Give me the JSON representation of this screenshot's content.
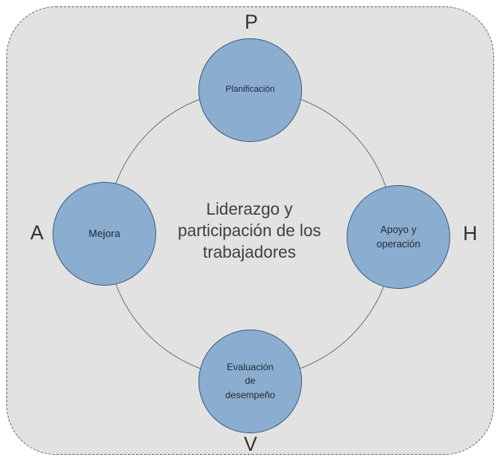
{
  "diagram": {
    "center": {
      "lines": [
        "Liderazgo y",
        "participación de los",
        "trabajadores"
      ]
    },
    "nodes": {
      "planificacion": [
        "Planificación"
      ],
      "mejora": [
        "Mejora"
      ],
      "apoyo": [
        "Apoyo y",
        "operación"
      ],
      "evaluacion": [
        "Evaluación",
        "de",
        "desempeño"
      ]
    },
    "phase_letters": {
      "top": "P",
      "left": "A",
      "right": "H",
      "bottom": "V"
    },
    "colors": {
      "frame_fill": "#e2e2e2",
      "frame_border": "#6a6a6a",
      "node_fill": "#8badd0",
      "node_border": "#3f5f82",
      "ring": "#555555"
    }
  }
}
